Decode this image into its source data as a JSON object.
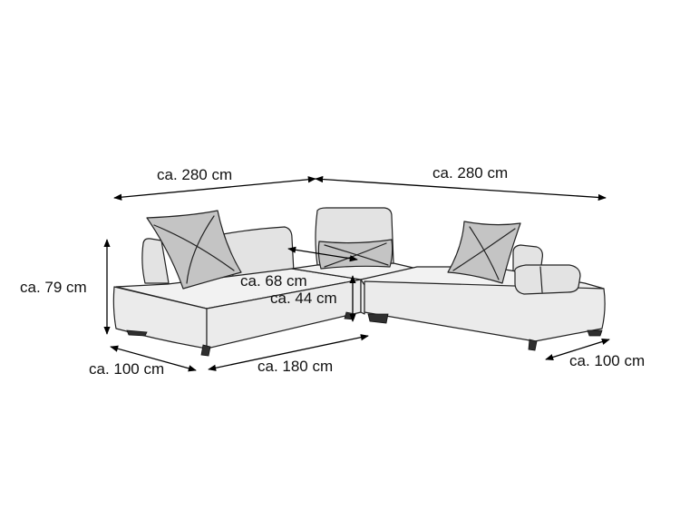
{
  "dimensions": {
    "width_left": "ca. 280 cm",
    "width_right": "ca. 280 cm",
    "total_height": "ca. 79 cm",
    "back_height": "ca. 68 cm",
    "seat_height": "ca. 44 cm",
    "depth_left": "ca. 100 cm",
    "length_left": "ca. 180 cm",
    "depth_right": "ca. 100 cm"
  },
  "colors": {
    "outline": "#222222",
    "upholstery": "#f2f2f2",
    "pillow": "#c4c4c4",
    "legs": "#2f2f2f"
  }
}
